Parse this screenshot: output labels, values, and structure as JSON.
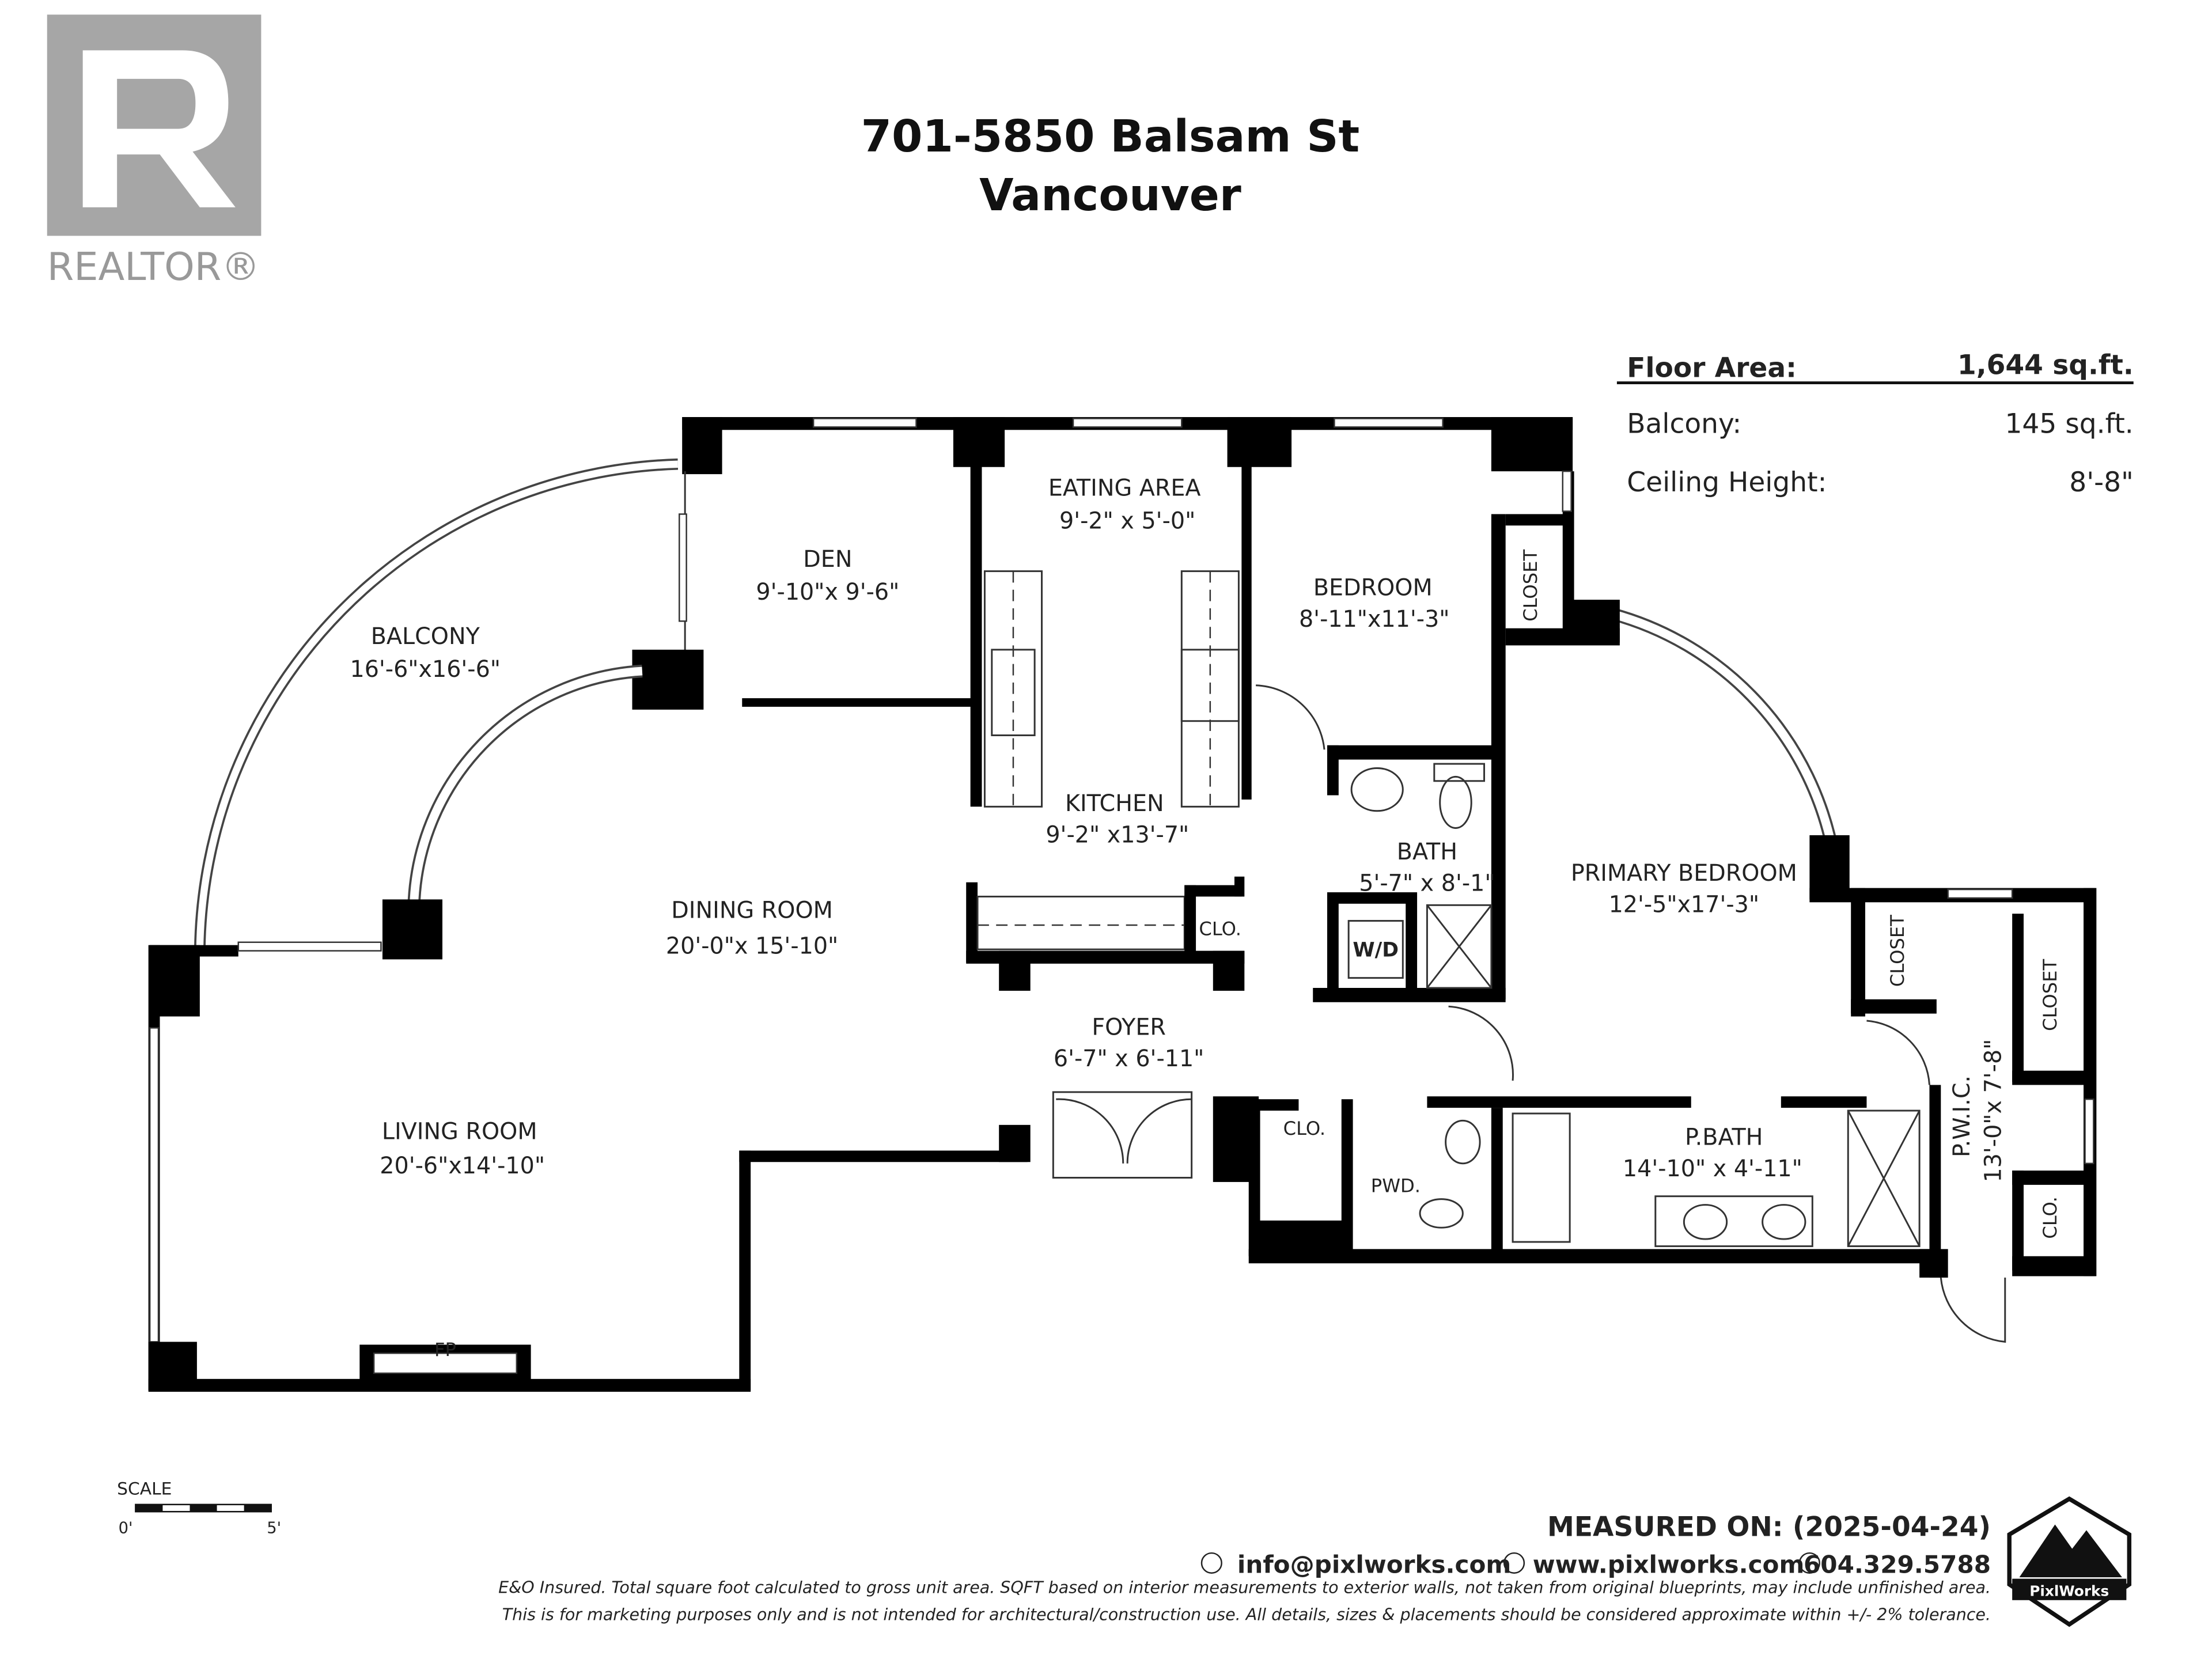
{
  "logo": {
    "brand": "REALTOR®",
    "color": "#a6a6a6"
  },
  "header": {
    "address": "701-5850 Balsam St",
    "city": "Vancouver"
  },
  "summary": {
    "floor_area_label": "Floor Area:",
    "floor_area_value": "1,644 sq.ft.",
    "balcony_label": "Balcony:",
    "balcony_value": "145 sq.ft.",
    "ceiling_label": "Ceiling Height:",
    "ceiling_value": "8'-8\""
  },
  "rooms": {
    "eating": {
      "name": "EATING AREA",
      "dim": "9'-2\" x 5'-0\""
    },
    "den": {
      "name": "DEN",
      "dim": "9'-10\"x 9'-6\""
    },
    "bedroom": {
      "name": "BEDROOM",
      "dim": "8'-11\"x11'-3\""
    },
    "balcony": {
      "name": "BALCONY",
      "dim": "16'-6\"x16'-6\""
    },
    "kitchen": {
      "name": "KITCHEN",
      "dim": "9'-2\" x13'-7\""
    },
    "bath": {
      "name": "BATH",
      "dim": "5'-7\" x 8'-1\""
    },
    "primary": {
      "name": "PRIMARY BEDROOM",
      "dim": "12'-5\"x17'-3\""
    },
    "dining": {
      "name": "DINING ROOM",
      "dim": "20'-0\"x 15'-10\""
    },
    "foyer": {
      "name": "FOYER",
      "dim": "6'-7\" x 6'-11\""
    },
    "living": {
      "name": "LIVING ROOM",
      "dim": "20'-6\"x14'-10\""
    },
    "pbath": {
      "name": "P.BATH",
      "dim": "14'-10\" x 4'-11\""
    },
    "pwic": {
      "name": "P.W.I.C.",
      "dim": "13'-0\"x 7'-8\""
    },
    "pwd": {
      "name": "PWD."
    }
  },
  "labels": {
    "closet": "CLOSET",
    "clo": "CLO.",
    "wd": "W/D",
    "fp": "FP"
  },
  "scale": {
    "label": "SCALE",
    "start": "0'",
    "end": "5'"
  },
  "footer": {
    "measured": "MEASURED ON: (2025-04-24)",
    "email": "info@pixlworks.com",
    "website": "www.pixlworks.com",
    "phone": "604.329.5788",
    "disclaimer1": "E&O Insured.  Total square foot calculated to gross unit area. SQFT based on interior measurements to exterior walls, not taken from original blueprints, may include unfinished area.",
    "disclaimer2": "This is for marketing purposes only and is not intended for architectural/construction use.  All details, sizes & placements should be considered approximate within +/- 2%  tolerance.",
    "brand": "PixlWorks"
  }
}
